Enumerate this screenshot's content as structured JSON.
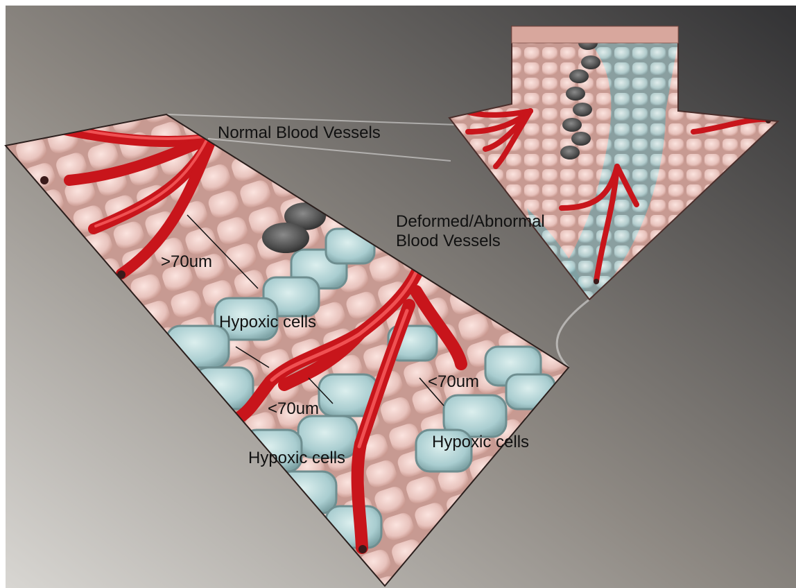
{
  "labels": {
    "normal_vessels": "Normal Blood Vessels",
    "deformed_vessels_line1": "Deformed/Abnormal",
    "deformed_vessels_line2": "Blood Vessels",
    "distance_over": ">70um",
    "distance_under_a": "<70um",
    "distance_under_b": "<70um",
    "hypoxic_1": "Hypoxic cells",
    "hypoxic_2": "Hypoxic cells",
    "hypoxic_3": "Hypoxic cells"
  },
  "colors": {
    "vessel": "#c8151b",
    "vessel_highlight": "#ff6b6b",
    "normal_cell": "#e8c3bd",
    "hypoxic_cell": "#a9cdd0",
    "necrotic_cell": "#4a4a4a",
    "background_light": "#d8d6d2",
    "background_dark": "#3a3a3c"
  }
}
